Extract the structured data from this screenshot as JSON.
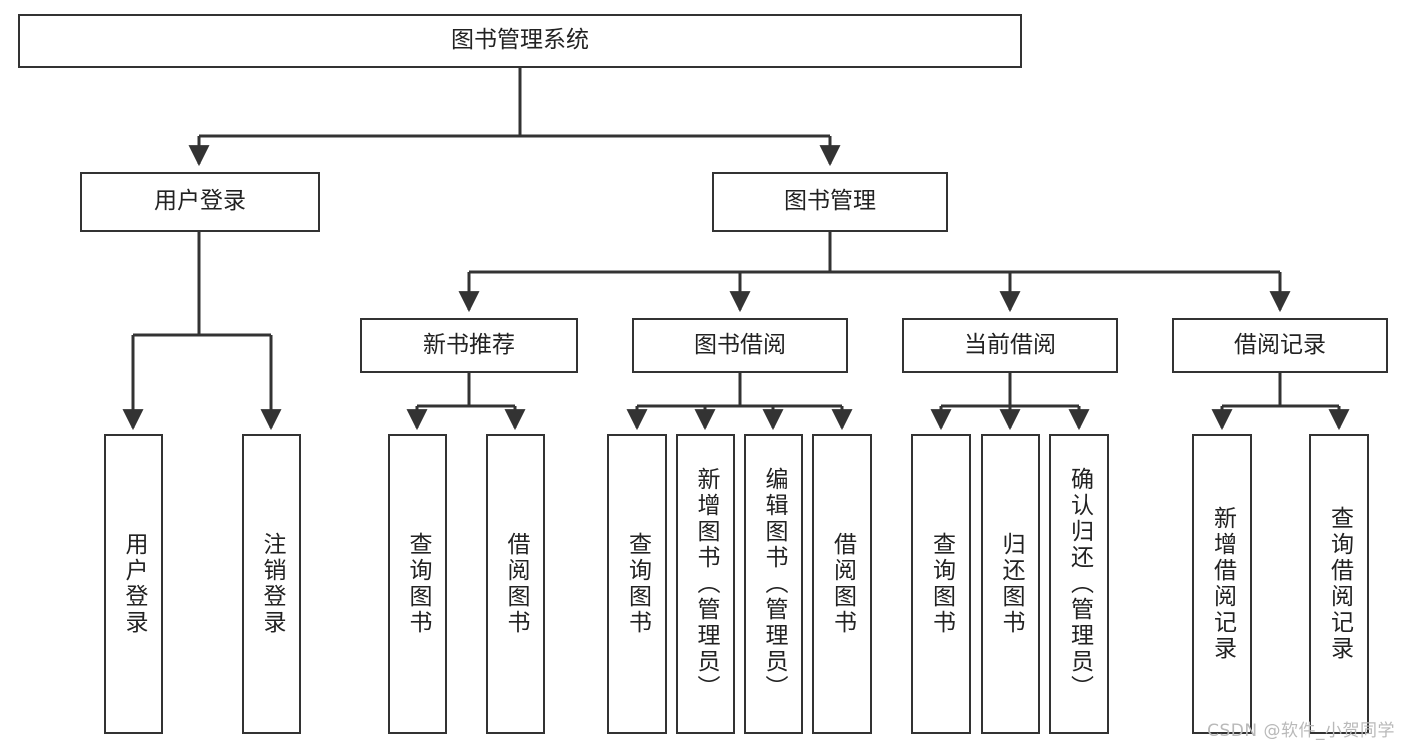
{
  "diagram": {
    "title": "图书管理系统",
    "type": "hierarchy-tree",
    "root": {
      "label": "图书管理系统"
    },
    "level2": [
      {
        "label": "用户登录"
      },
      {
        "label": "图书管理"
      }
    ],
    "level3": [
      {
        "label": "新书推荐"
      },
      {
        "label": "图书借阅"
      },
      {
        "label": "当前借阅"
      },
      {
        "label": "借阅记录"
      }
    ],
    "leaves": [
      {
        "label": "用户登录"
      },
      {
        "label": "注销登录"
      },
      {
        "label": "查询图书"
      },
      {
        "label": "借阅图书"
      },
      {
        "label": "查询图书"
      },
      {
        "label": "新增图书（管理员）"
      },
      {
        "label": "编辑图书（管理员）"
      },
      {
        "label": "借阅图书"
      },
      {
        "label": "查询图书"
      },
      {
        "label": "归还图书"
      },
      {
        "label": "确认归还（管理员）"
      },
      {
        "label": "新增借阅记录"
      },
      {
        "label": "查询借阅记录"
      }
    ],
    "watermark": "CSDN @软件_小贺同学",
    "colors": {
      "stroke": "#333333",
      "fill": "#ffffff",
      "text": "#222222",
      "watermark": "#b9b9b9"
    }
  }
}
